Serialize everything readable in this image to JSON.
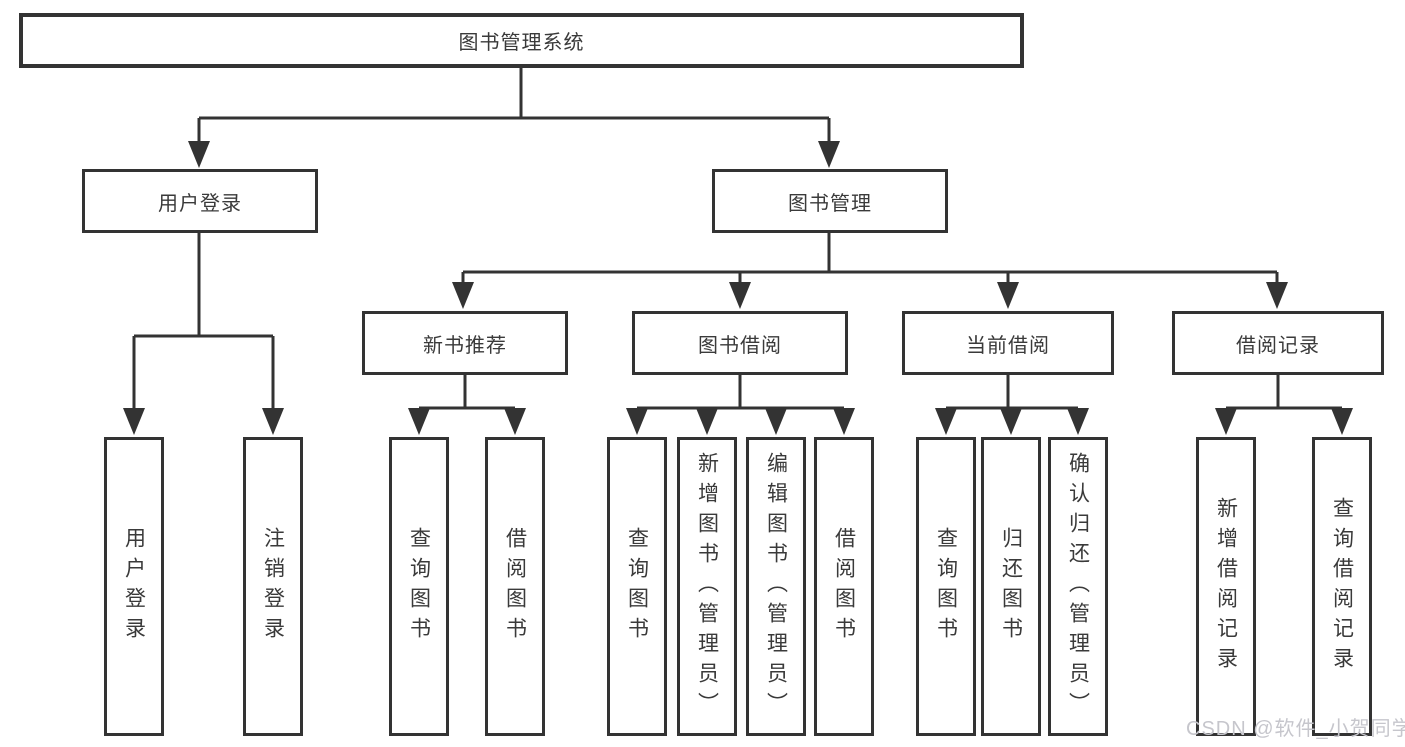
{
  "diagram_type": "hierarchy-tree",
  "colors": {
    "line": "#333333",
    "box_border": "#333333",
    "box_fill": "#ffffff",
    "text": "#3a3a3a",
    "watermark": "#c6c6cc"
  },
  "watermark": {
    "text": "CSDN @软件_小贺同学"
  },
  "tree": {
    "label": "图书管理系统",
    "children": [
      {
        "label": "用户登录",
        "children": [
          {
            "label": "用户登录"
          },
          {
            "label": "注销登录"
          }
        ]
      },
      {
        "label": "图书管理",
        "children": [
          {
            "label": "新书推荐",
            "children": [
              {
                "label": "查询图书"
              },
              {
                "label": "借阅图书"
              }
            ]
          },
          {
            "label": "图书借阅",
            "children": [
              {
                "label": "查询图书"
              },
              {
                "label": "新增图书（管理员）"
              },
              {
                "label": "编辑图书（管理员）"
              },
              {
                "label": "借阅图书"
              }
            ]
          },
          {
            "label": "当前借阅",
            "children": [
              {
                "label": "查询图书"
              },
              {
                "label": "归还图书"
              },
              {
                "label": "确认归还（管理员）"
              }
            ]
          },
          {
            "label": "借阅记录",
            "children": [
              {
                "label": "新增借阅记录"
              },
              {
                "label": "查询借阅记录"
              }
            ]
          }
        ]
      }
    ]
  }
}
